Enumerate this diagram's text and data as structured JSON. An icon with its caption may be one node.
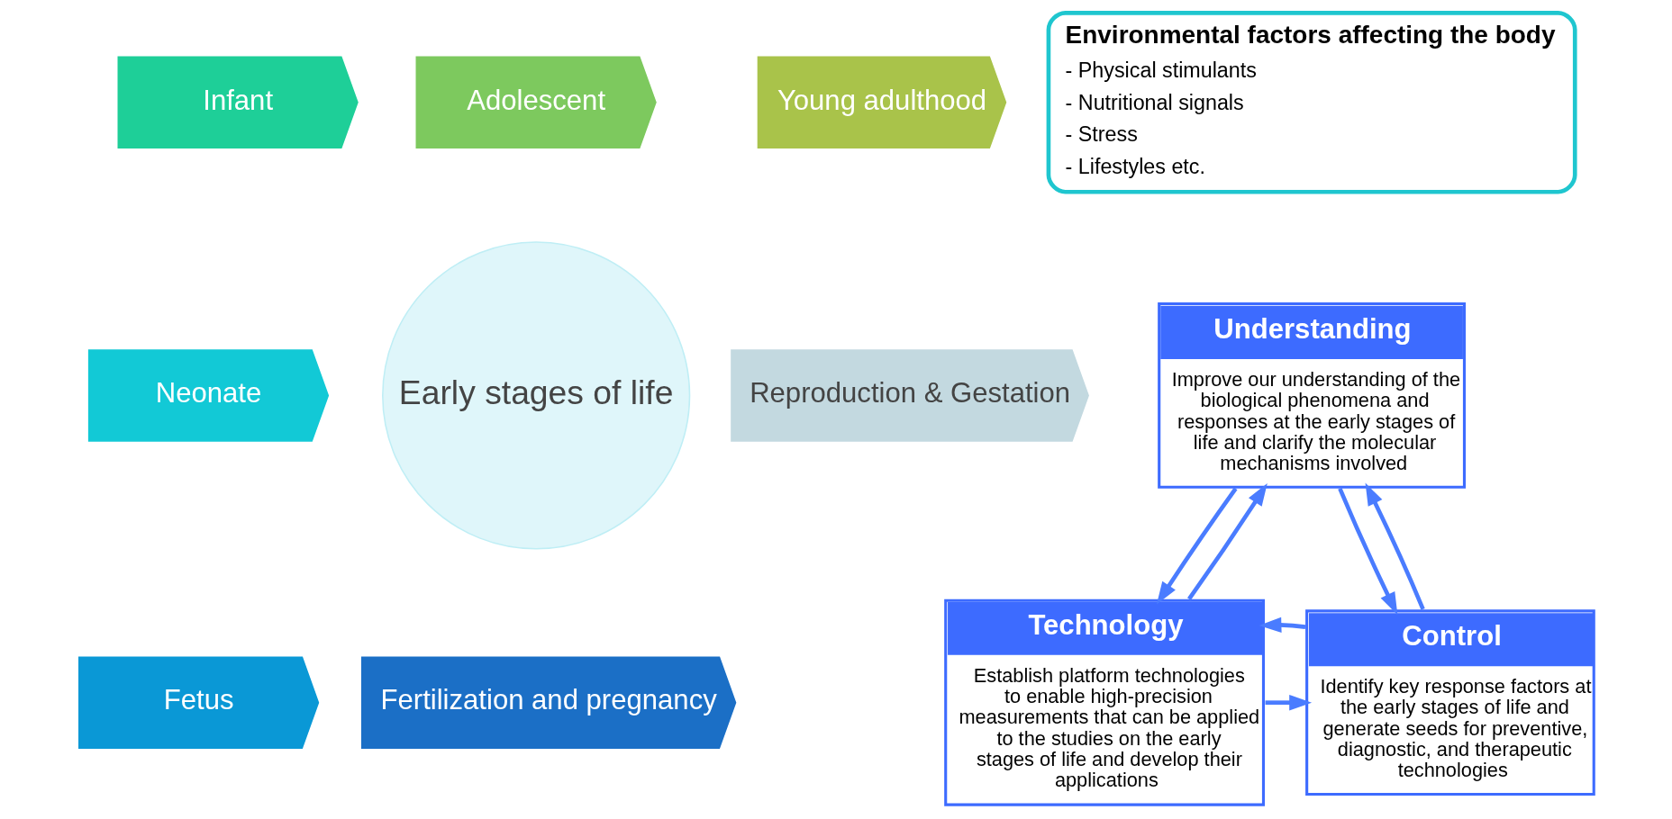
{
  "diagram": {
    "nodes": [
      {
        "text": [
          "Adolescent"
        ]
      },
      {
        "text": [
          "Young adulthood"
        ]
      },
      {
        "text": [
          "Reproduction & Gestation"
        ]
      },
      {
        "text": [
          "Fertilization and pregnancy"
        ]
      },
      {
        "text": [
          "Fetus"
        ]
      },
      {
        "text": [
          "Neonate"
        ]
      },
      {
        "text": [
          "Infant"
        ]
      },
      {
        "text": [
          "Early stages of life"
        ]
      },
      {
        "text": [
          "Environmental factors affecting the body",
          "- Physical stimulants",
          "- Nutritional signals",
          "- Stress",
          "- Lifestyles etc."
        ]
      },
      {
        "text": [
          "Understanding",
          "Improve our understanding of the biological phenomena and responses at the early stages of life and clarify the molecular mechanisms involved"
        ]
      },
      {
        "text": [
          "Technology",
          "Establish platform technologies to enable high-precision measurements that can be applied to the studies on the early stages of life and develop their applications"
        ]
      },
      {
        "text": [
          "Control",
          "Identify key response factors at the early stages of life and generate seeds for preventive, diagnostic, and therapeutic technologies"
        ]
      }
    ],
    "edges": [
      {
        "from": 10,
        "to": 9,
        "arrow": "to"
      },
      {
        "from": 9,
        "to": 10,
        "arrow": "to"
      },
      {
        "from": 11,
        "to": 9,
        "arrow": "to"
      },
      {
        "from": 9,
        "to": 11,
        "arrow": "to"
      },
      {
        "from": 10,
        "to": 11,
        "arrow": "to"
      },
      {
        "from": 11,
        "to": 10,
        "arrow": "to"
      }
    ]
  }
}
